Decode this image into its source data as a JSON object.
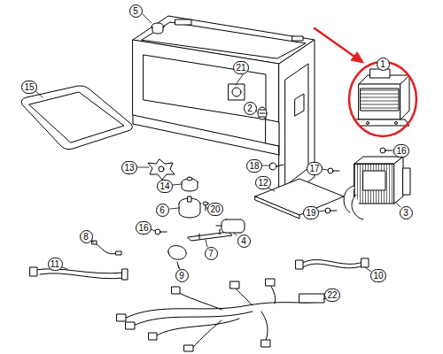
{
  "diagram": {
    "labels": [
      "5",
      "21",
      "15",
      "1",
      "2",
      "13",
      "14",
      "18",
      "16",
      "6",
      "20",
      "12",
      "17",
      "3",
      "19",
      "8",
      "16",
      "4",
      "7",
      "11",
      "9",
      "10",
      "22"
    ]
  }
}
